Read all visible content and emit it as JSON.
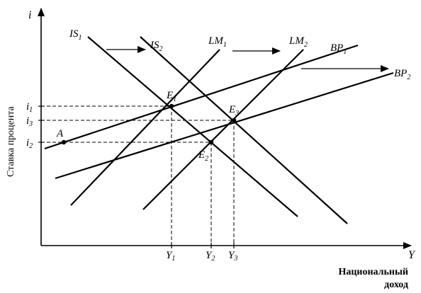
{
  "axes": {
    "y_symbol": "i",
    "x_symbol": "Y",
    "y_caption": "Ставка процента",
    "x_caption_line1": "Национальный",
    "x_caption_line2": "доход"
  },
  "curves": {
    "is1": {
      "main": "IS",
      "sub": "1"
    },
    "is2": {
      "main": "IS",
      "sub": "2"
    },
    "lm1": {
      "main": "LM",
      "sub": "1"
    },
    "lm2": {
      "main": "LM",
      "sub": "2"
    },
    "bp1": {
      "main": "BP",
      "sub": "1"
    },
    "bp2": {
      "main": "BP",
      "sub": "2"
    }
  },
  "points": {
    "e1": {
      "main": "E",
      "sub": "1"
    },
    "e2": {
      "main": "E",
      "sub": "2"
    },
    "e3": {
      "main": "E",
      "sub": "3"
    },
    "a": "A"
  },
  "y_ticks": {
    "i1": {
      "main": "i",
      "sub": "1"
    },
    "i3": {
      "main": "i",
      "sub": "3"
    },
    "i2": {
      "main": "i",
      "sub": "2"
    }
  },
  "x_ticks": {
    "y1": {
      "main": "Y",
      "sub": "1"
    },
    "y2": {
      "main": "Y",
      "sub": "2"
    },
    "y3": {
      "main": "Y",
      "sub": "3"
    }
  }
}
